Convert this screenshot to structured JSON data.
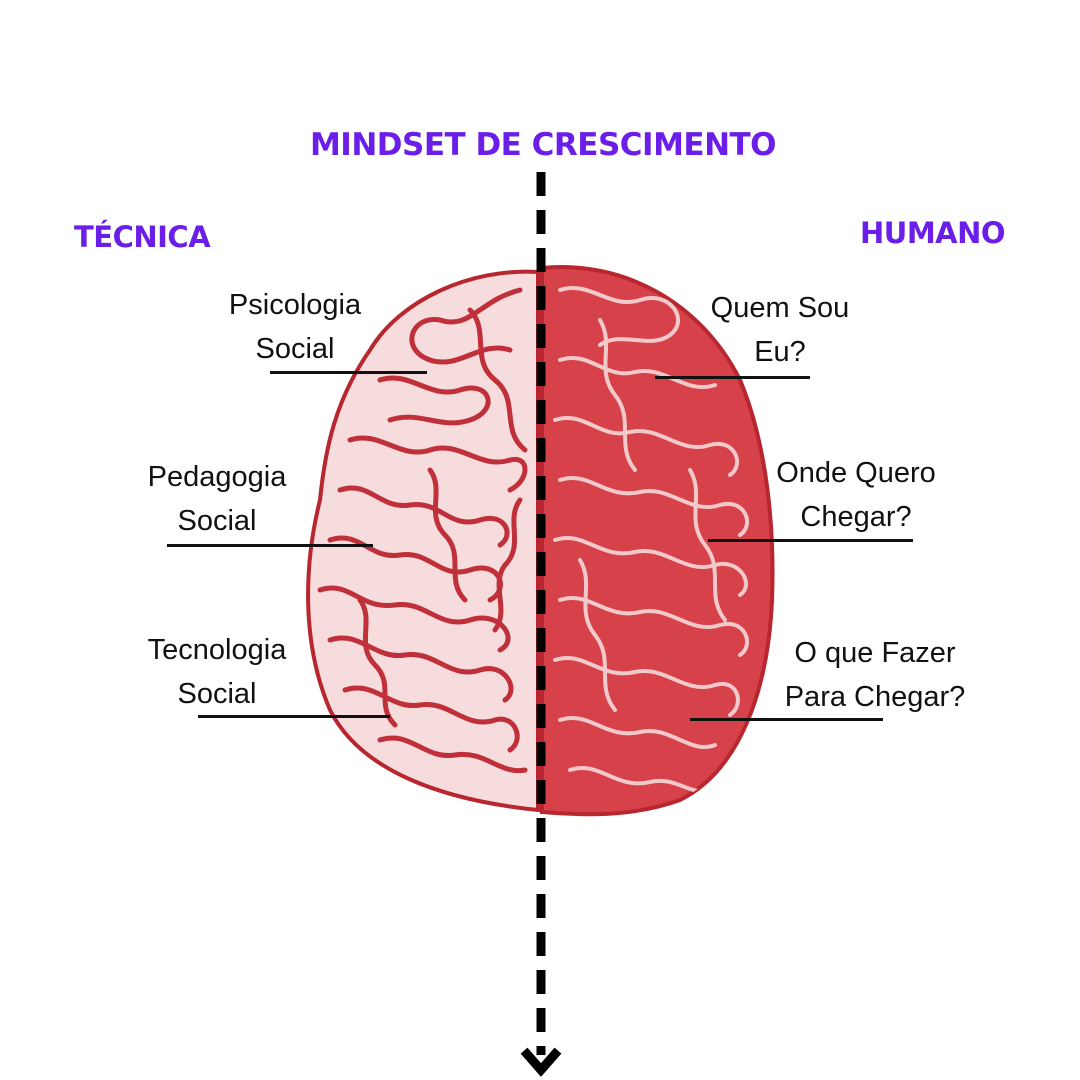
{
  "title": "MINDSET DE CRESCIMENTO",
  "left_heading": "TÉCNICA",
  "right_heading": "HUMANO",
  "left_labels": [
    {
      "line1": "Psicologia",
      "line2": "Social"
    },
    {
      "line1": "Pedagogia",
      "line2": "Social"
    },
    {
      "line1": "Tecnologia",
      "line2": "Social"
    }
  ],
  "right_labels": [
    {
      "line1": "Quem Sou",
      "line2": "Eu?"
    },
    {
      "line1": "Onde Quero",
      "line2": "Chegar?"
    },
    {
      "line1": "O que Fazer",
      "line2": "Para Chegar?"
    }
  ],
  "colors": {
    "heading": "#6a1ee8",
    "brain": "#c0303a",
    "arrow": "#000000"
  }
}
